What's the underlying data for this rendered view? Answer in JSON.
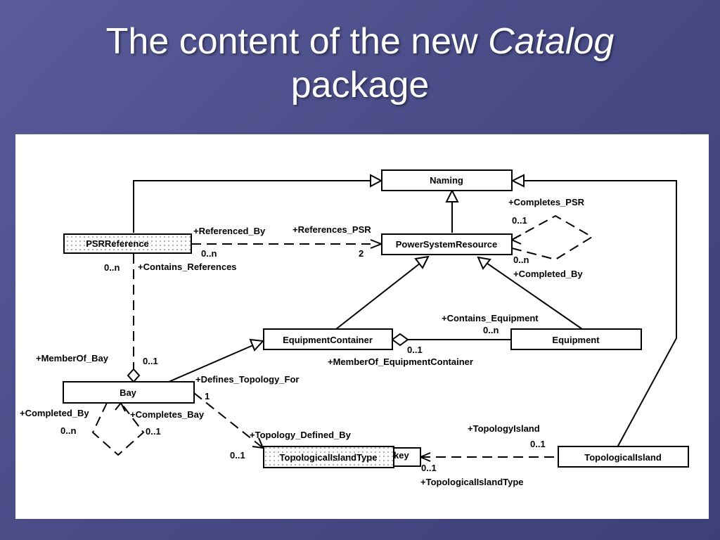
{
  "title": {
    "main": "The content of the new ",
    "italic": "Catalog",
    "second_line": "package"
  },
  "classes": {
    "naming": "Naming",
    "psr": "PowerSystemResource",
    "psr_reference": "PSRReference",
    "equipment_container": "EquipmentContainer",
    "equipment": "Equipment",
    "bay": "Bay",
    "topological_island_type": "TopologicalIslandType",
    "topological_island": "TopologicalIsland",
    "key_fragment": "key"
  },
  "labels": {
    "completes_psr": "+Completes_PSR",
    "completes_psr_mult": "0..1",
    "completed_by": "+Completed_By",
    "completed_by_mult": "0..n",
    "referenced_by": "+Referenced_By",
    "referenced_by_mult": "0..n",
    "references_psr": "+References_PSR",
    "references_psr_mult": "2",
    "contains_references": "+Contains_References",
    "contains_references_mult": "0..n",
    "member_of_bay": "+MemberOf_Bay",
    "member_of_bay_mult": "0..1",
    "contains_equipment": "+Contains_Equipment",
    "contains_equipment_mult": "0..n",
    "member_of_ec": "+MemberOf_EquipmentContainer",
    "member_of_ec_mult": "0..1",
    "defines_topology_for": "+Defines_Topology_For",
    "defines_topology_for_mult": "1",
    "bay_completed_by": "+Completed_By",
    "bay_completed_by_mult": "0..n",
    "bay_completes_bay": "+Completes_Bay",
    "bay_completes_bay_mult": "0..1",
    "topology_defined_by": "+Topology_Defined_By",
    "topology_defined_by_mult": "0..1",
    "topology_island": "+TopologyIsland",
    "topology_island_mult": "0..1",
    "topological_island_type_role": "+TopologicalIslandType",
    "topological_island_type_mult": "0..1"
  },
  "colors": {
    "background": "#4a4c88",
    "panel": "#ffffff",
    "title": "#ffffff"
  }
}
